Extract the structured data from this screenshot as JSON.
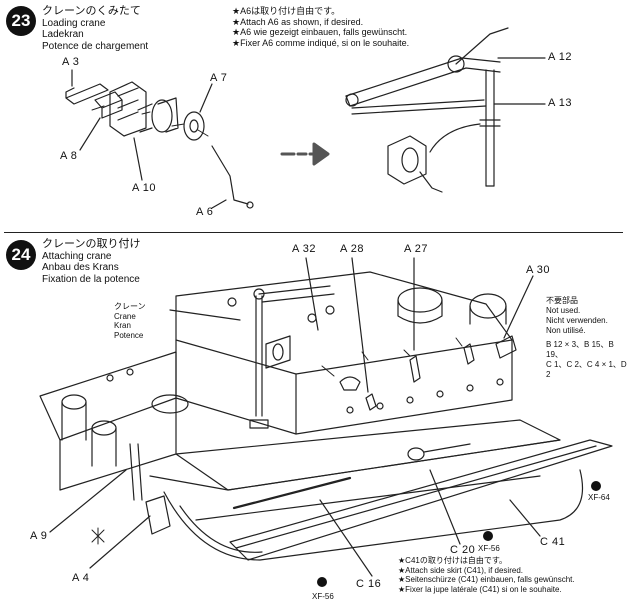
{
  "step23": {
    "number": "23",
    "title_lines": [
      "クレーンのくみたて",
      "Loading crane",
      "Ladekran",
      "Potence de chargement"
    ],
    "note_lines": [
      "★A6は取り付け自由です。",
      "★Attach A6 as shown, if desired.",
      "★A6 wie gezeigt einbauen, falls gewünscht.",
      "★Fixer A6 comme indiqué, si on le souhaite."
    ],
    "parts": {
      "a3": "A 3",
      "a7": "A 7",
      "a8": "A 8",
      "a10": "A 10",
      "a6": "A 6",
      "a12": "A 12",
      "a13": "A 13"
    }
  },
  "step24": {
    "number": "24",
    "title_lines": [
      "クレーンの取り付け",
      "Attaching crane",
      "Anbau des Krans",
      "Fixation de la potence"
    ],
    "crane_callout_lines": [
      "クレーン",
      "Crane",
      "Kran",
      "Potence"
    ],
    "unused_lines": [
      "不要部品",
      "Not used.",
      "Nicht verwenden.",
      "Non utilisé.",
      "B 12 × 3、B 15、B 19、",
      "C 1、C 2、C 4 × 1、D 2"
    ],
    "note_lines": [
      "★C41の取り付けは自由です。",
      "★Attach side skirt (C41), if desired.",
      "★Seitenschürze (C41) einbauen, falls gewünscht.",
      "★Fixer la jupe latérale (C41) si on le souhaite."
    ],
    "parts": {
      "a32": "A 32",
      "a28": "A 28",
      "a27": "A 27",
      "a30": "A 30",
      "a9": "A 9",
      "a4": "A 4",
      "c16": "C 16",
      "c20": "C 20",
      "c41": "C 41"
    },
    "paints": {
      "xf64": "XF-64",
      "xf56a": "XF-56",
      "xf56b": "XF-56"
    }
  }
}
